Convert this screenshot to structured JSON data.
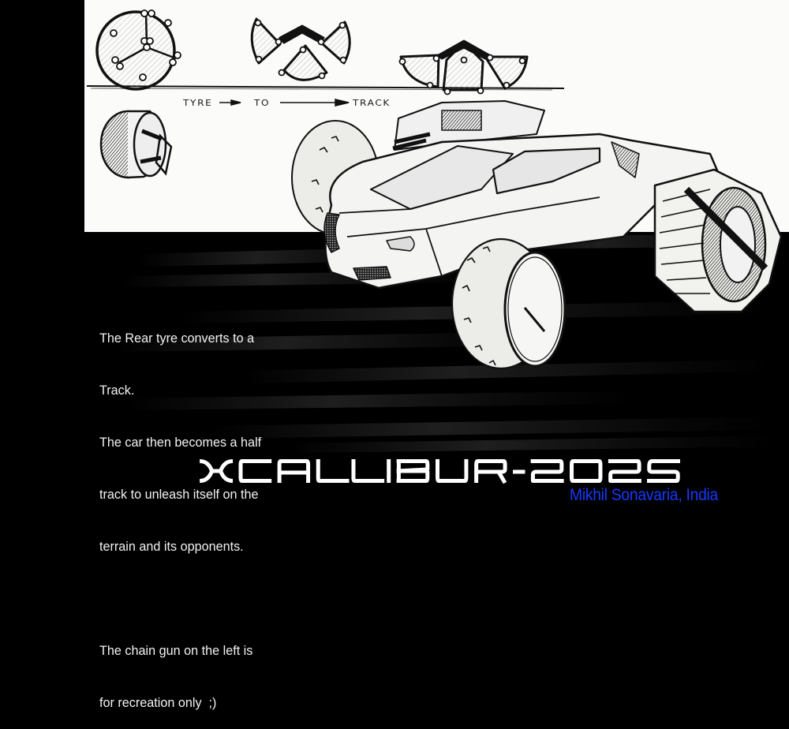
{
  "artwork": {
    "title": "XCALLIBUR-2025",
    "credit": "Mikhil Sonavaria, India",
    "colors": {
      "background": "#000000",
      "sketch_paper": "#fbfbfa",
      "ink": "#111111",
      "caption_text": "#f2f2f2",
      "title_text": "#ffffff",
      "credit_text": "#1638ff"
    }
  },
  "diagram": {
    "labels": {
      "from": "TYRE",
      "middle": "TO",
      "to": "TRACK"
    },
    "stages": [
      {
        "name": "tyre",
        "shape": "circle-with-three-spokes"
      },
      {
        "name": "transforming",
        "shape": "three-petal-fold"
      },
      {
        "name": "track",
        "shape": "flattened-three-petal"
      }
    ]
  },
  "caption": {
    "lines": [
      "The Rear tyre converts to a",
      "Track.",
      "The car then becomes a half",
      "track to unleash itself on the",
      "terrain and its opponents.",
      "",
      "The chain gun on the left is",
      "for recreation only  ;)"
    ]
  }
}
